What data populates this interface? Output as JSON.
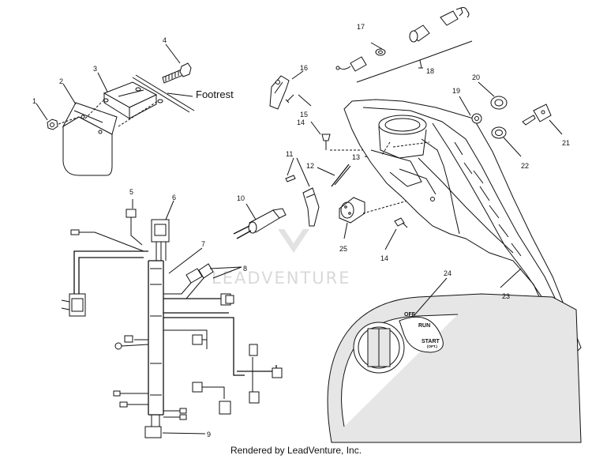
{
  "callouts": {
    "c1": "1",
    "c2": "2",
    "c3": "3",
    "c4": "4",
    "c5": "5",
    "c6": "6",
    "c7": "7",
    "c8": "8",
    "c9": "9",
    "c10": "10",
    "c11": "11",
    "c12": "12",
    "c13": "13",
    "c14a": "14",
    "c14b": "14",
    "c15": "15",
    "c16": "16",
    "c17": "17",
    "c18": "18",
    "c19": "19",
    "c20": "20",
    "c21": "21",
    "c22": "22",
    "c23": "23",
    "c24": "24",
    "c25": "25"
  },
  "labels": {
    "footrest": "Footrest"
  },
  "ignition_switch": {
    "off": "OFF",
    "run": "RUN",
    "start": "START",
    "start_note": "(OPT.)"
  },
  "watermark": "LEADVENTURE",
  "footer": "Rendered by LeadVenture, Inc."
}
